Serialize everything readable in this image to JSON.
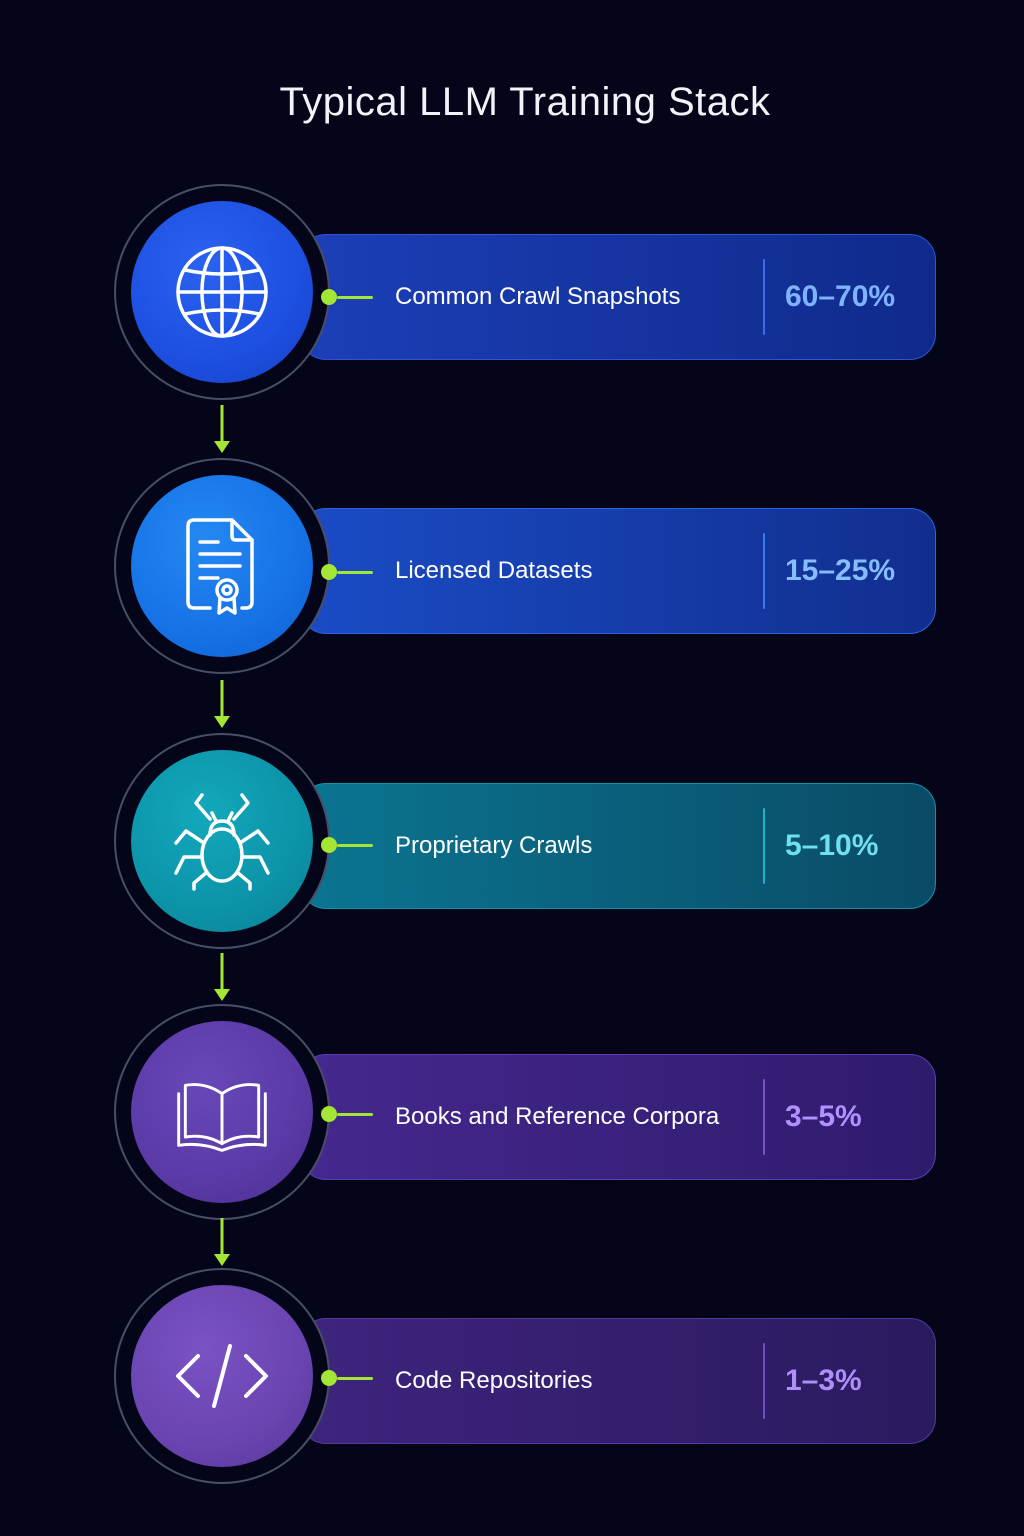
{
  "title": "Typical LLM Training Stack",
  "colors": {
    "background": "#05051a",
    "connector": "#a3e635"
  },
  "stages": [
    {
      "label": "Common Crawl Snapshots",
      "percent": "60–70%",
      "icon": "globe-icon",
      "circle_color": "#1d4fe0",
      "panel_gradient": [
        "#1c3fb8",
        "#0f2a8a"
      ],
      "panel_border": "#2c56d8",
      "divider_color": "#3b6cf0",
      "percent_color": "#7fb2ff"
    },
    {
      "label": "Licensed Datasets",
      "percent": "15–25%",
      "icon": "certificate-document-icon",
      "circle_color": "#1672e6",
      "panel_gradient": [
        "#1a4cc6",
        "#112e8e"
      ],
      "panel_border": "#2c62e0",
      "divider_color": "#3a7cf0",
      "percent_color": "#86bdff"
    },
    {
      "label": "Proprietary Crawls",
      "percent": "5–10%",
      "icon": "spider-icon",
      "circle_color": "#0c93a8",
      "panel_gradient": [
        "#0b7591",
        "#0a4b66"
      ],
      "panel_border": "#1591a8",
      "divider_color": "#1fb3c6",
      "percent_color": "#6ee0ee"
    },
    {
      "label": "Books and Reference Corpora",
      "percent": "3–5%",
      "icon": "open-book-icon",
      "circle_color": "#5a3aa6",
      "panel_gradient": [
        "#45288f",
        "#2e1b6c"
      ],
      "panel_border": "#5a3db0",
      "divider_color": "#7453c8",
      "percent_color": "#b190ff"
    },
    {
      "label": "Code Repositories",
      "percent": "1–3%",
      "icon": "code-brackets-icon",
      "circle_color": "#6a44b0",
      "panel_gradient": [
        "#3e247e",
        "#2a1a5e"
      ],
      "panel_border": "#523a9e",
      "divider_color": "#6e4fc0",
      "percent_color": "#ae8ef8"
    }
  ]
}
